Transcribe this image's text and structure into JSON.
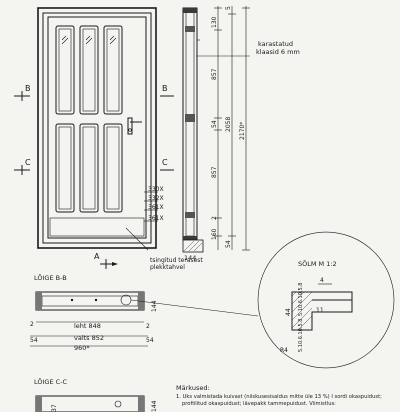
{
  "labels": {
    "section_b": "B",
    "section_c": "C",
    "section_a": "A",
    "glass": "karastatud\nklaasid 6 mm",
    "plate": "tsingitud terasest\nplekktahvel",
    "detail": "SÕLM  M 1:2",
    "section_bb": "LÕIGE B-B",
    "section_cc": "LÕIGE C-C",
    "notes_title": "Märkused:",
    "notes_line1": "1. Uks valmistada kuivast (niiskusesisaldus mitte üle 13 %) I sordi okaspuidust;",
    "notes_line2": "profiilitud okaspuidust; lävepakk tammepuidust. Viimistlus:"
  },
  "dimensions": {
    "right_vertical": [
      "130",
      "5",
      "857",
      "54",
      "857",
      "2",
      "160",
      "54",
      "2058",
      "2170*"
    ],
    "right_144": "144",
    "bottom_callouts": [
      "330X",
      "332X",
      "361X",
      "361X"
    ],
    "width_left": "2",
    "width_54": "54",
    "leht": "leht 848",
    "valts": "valts 852",
    "total": "960*",
    "side_144": "144",
    "side_2": "2",
    "bb_144": "144",
    "detail_4": "4",
    "detail_44": "44",
    "detail_11": "11",
    "detail_top": "5.10.6.10.5.8",
    "detail_bottom": "5.10.6.10.5.8",
    "detail_r4": "R4",
    "cc_37": "37",
    "cc_144": "144"
  }
}
